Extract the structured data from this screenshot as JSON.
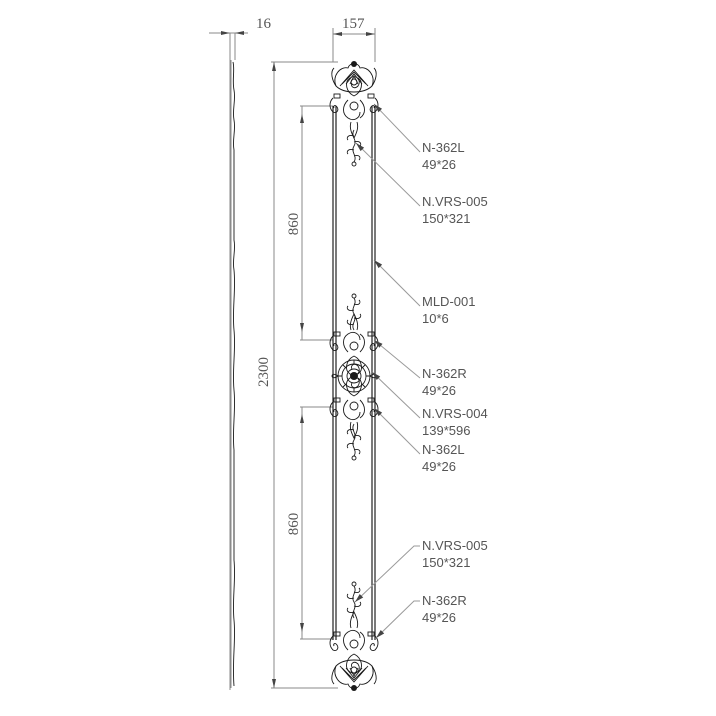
{
  "drawing": {
    "dimensions": {
      "side_thickness": "16",
      "panel_width": "157",
      "total_height": "2300",
      "upper_span": "860",
      "lower_span": "860"
    },
    "labels": [
      {
        "code": "N-362L",
        "size": "49*26"
      },
      {
        "code": "N.VRS-005",
        "size": "150*321"
      },
      {
        "code": "MLD-001",
        "size": "10*6"
      },
      {
        "code": "N-362R",
        "size": "49*26"
      },
      {
        "code": "N.VRS-004",
        "size": "139*596"
      },
      {
        "code": "N-362L",
        "size": "49*26"
      },
      {
        "code": "N.VRS-005",
        "size": "150*321"
      },
      {
        "code": "N-362R",
        "size": "49*26"
      }
    ],
    "colors": {
      "line": "#222222",
      "dimension": "#8a8a8a",
      "text": "#555555"
    }
  }
}
